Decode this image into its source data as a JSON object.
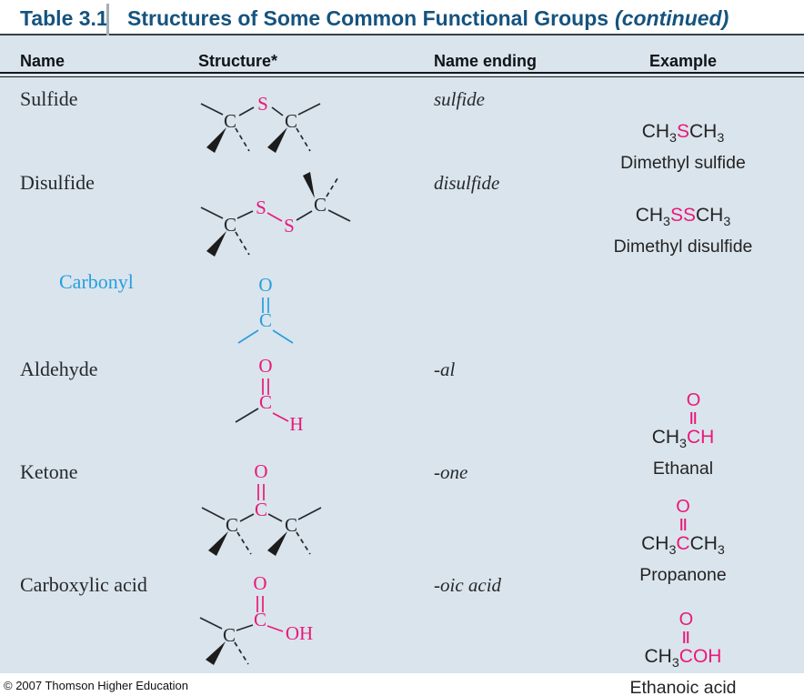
{
  "header": {
    "table_label": "Table 3.1",
    "title": "Structures of Some Common Functional Groups",
    "title_suffix": "(continued)"
  },
  "columns": {
    "name": "Name",
    "structure": "Structure*",
    "name_ending": "Name ending",
    "example": "Example"
  },
  "colors": {
    "title_blue": "#15537e",
    "accent_pink": "#e9197b",
    "carbonyl_blue": "#279fe0",
    "table_background": "#dae4ec"
  },
  "atom_labels": {
    "carbon": "C",
    "sulfur": "S",
    "oxygen": "O",
    "hydrogen": "H",
    "hydroxyl": "OH"
  },
  "rows": [
    {
      "name": "Sulfide",
      "ending": "sulfide",
      "example_name": "Dimethyl sulfide",
      "formula": [
        {
          "text": "CH",
          "sub": "3"
        },
        {
          "text": "S",
          "accent": true
        },
        {
          "text": "CH",
          "sub": "3"
        }
      ]
    },
    {
      "name": "Disulfide",
      "ending": "disulfide",
      "example_name": "Dimethyl disulfide",
      "formula": [
        {
          "text": "CH",
          "sub": "3"
        },
        {
          "text": "SS",
          "accent": true
        },
        {
          "text": "CH",
          "sub": "3"
        }
      ]
    },
    {
      "name": "Carbonyl",
      "ending": "",
      "example_name": "",
      "formula": []
    },
    {
      "name": "Aldehyde",
      "ending": "-al",
      "example_name": "Ethanal",
      "formula": [
        {
          "text": "CH",
          "sub": "3"
        },
        {
          "text": "C",
          "accent": true,
          "carbonyl": true
        },
        {
          "text": "H",
          "accent": true
        }
      ]
    },
    {
      "name": "Ketone",
      "ending": "-one",
      "example_name": "Propanone",
      "formula": [
        {
          "text": "CH",
          "sub": "3"
        },
        {
          "text": "C",
          "accent": true,
          "carbonyl": true
        },
        {
          "text": "CH",
          "sub": "3"
        }
      ]
    },
    {
      "name": "Carboxylic acid",
      "ending": "-oic acid",
      "example_name": "Ethanoic acid",
      "formula": [
        {
          "text": "CH",
          "sub": "3"
        },
        {
          "text": "C",
          "accent": true,
          "carbonyl": true
        },
        {
          "text": "OH",
          "accent": true
        }
      ]
    }
  ],
  "footer": {
    "copyright": "© 2007 Thomson Higher Education"
  }
}
